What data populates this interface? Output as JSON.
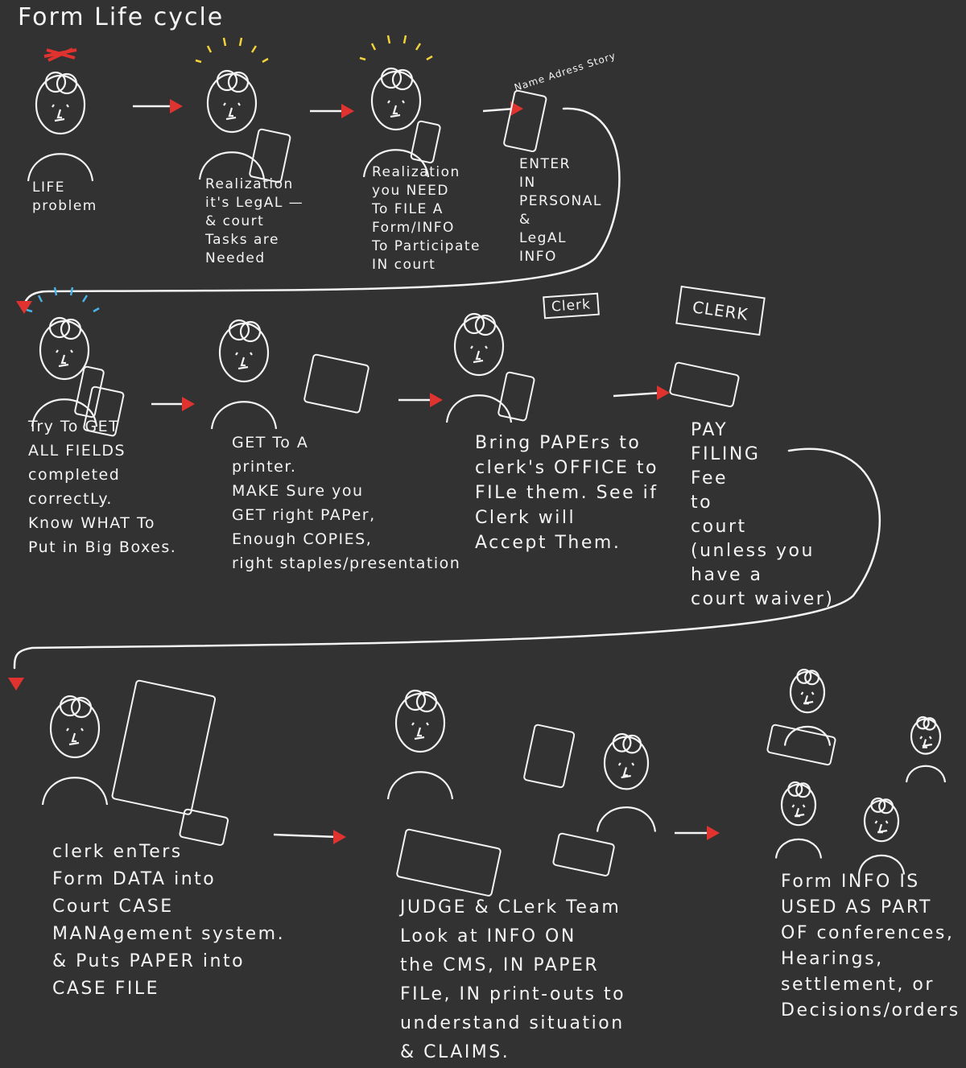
{
  "title": "Form Life cycle",
  "colors": {
    "background": "#323232",
    "ink": "#f4f4f4",
    "arrow": "#e0322f",
    "alert_yellow": "#f2d23c",
    "alert_blue": "#4ab3e8"
  },
  "steps": [
    {
      "label": "LIFE\nproblem"
    },
    {
      "label": "Realization\nit's LegAL —\n& court\n    Tasks are\n        Needed"
    },
    {
      "label": "Realization\n you NEED\n To FILE A\n Form/INFO\nTo Participate\n   IN court"
    },
    {
      "label": "ENTER\nIN\nPERSONAL\n&\nLegAL\n INFO",
      "tag": "Name Adress Story"
    },
    {
      "label": "Try To GET\nALL FIELDS\ncompleted\ncorrectLy.\nKnow WHAT To\nPut in Big Boxes."
    },
    {
      "label": "GET To A\nprinter.\nMAKE Sure you\n GET right PAPer,\nEnough COPIES,\nright staples/presentation"
    },
    {
      "label": "Bring PAPErs to\nclerk's OFFICE to\nFILe them. See if\nClerk will\nAccept Them.",
      "sign": "Clerk"
    },
    {
      "label": "PAY\nFILING\nFee\n  to\ncourt\n(unless you\n have a\n court waiver)",
      "sign": "CLERK"
    },
    {
      "label": "clerk enTers\nForm DATA into\nCourt CASE\nMANAgement system.\n& Puts PAPER into\nCASE FILE"
    },
    {
      "label": "JUDGE & CLerk Team\nLook at INFO ON\nthe CMS, IN PAPER\nFILe, IN print-outs to\nunderstand situation\n        & CLAIMS."
    },
    {
      "label": "Form INFO IS\nUSED AS PART\nOF conferences,\nHearings,\nsettlement, or\nDecisions/orders"
    }
  ]
}
